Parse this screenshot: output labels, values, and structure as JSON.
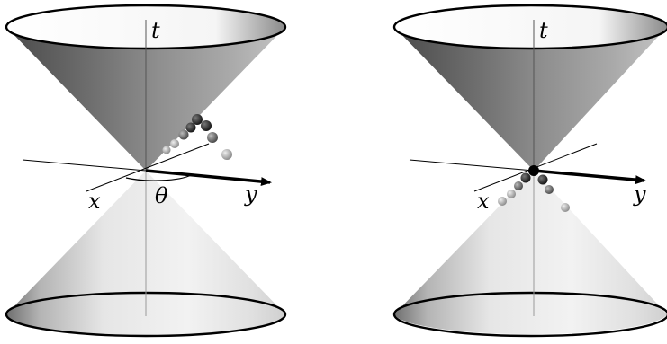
{
  "panels": [
    {
      "id": "left",
      "labels": {
        "t": "t",
        "x": "x",
        "y": "y",
        "theta": "θ"
      }
    },
    {
      "id": "right",
      "labels": {
        "t": "t",
        "x": "x",
        "y": "y"
      }
    }
  ]
}
